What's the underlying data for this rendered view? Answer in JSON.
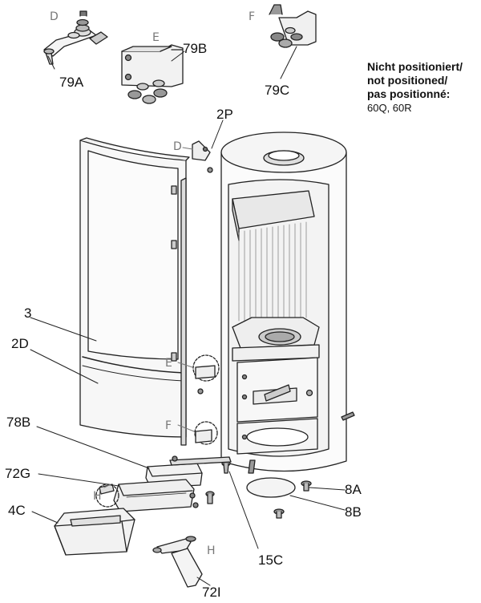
{
  "part_labels": {
    "p79A": "79A",
    "p79B": "79B",
    "p79C": "79C",
    "p2P": "2P",
    "p3": "3",
    "p2D": "2D",
    "p78B": "78B",
    "p72G": "72G",
    "p4C": "4C",
    "p8A": "8A",
    "p8B": "8B",
    "p15C": "15C",
    "p72I": "72I"
  },
  "detail_letters": {
    "d1": "D",
    "e1": "E",
    "f1": "F",
    "d2": "D",
    "e2": "E",
    "f2": "F",
    "h1": "H",
    "h2": "H"
  },
  "note": {
    "line1": "Nicht positioniert/",
    "line2": "not positioned/",
    "line3": "pas positionné:",
    "line4": "60Q, 60R"
  }
}
